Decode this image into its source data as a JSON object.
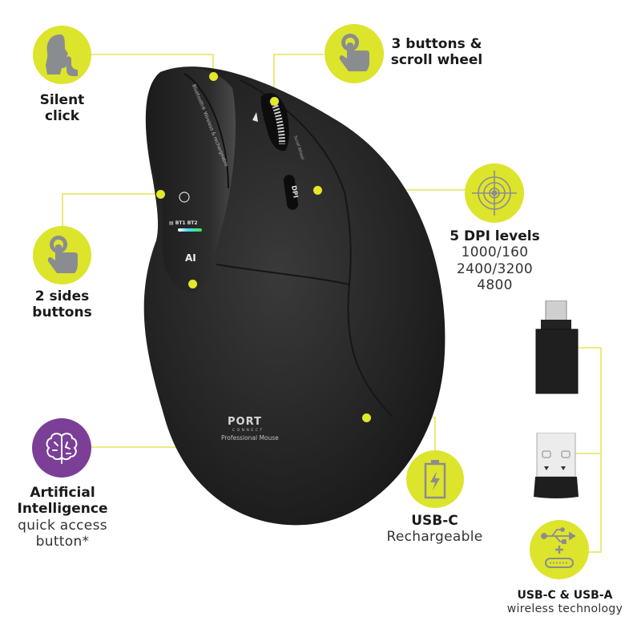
{
  "product": {
    "brand_logo": "PORT",
    "brand_sub": "CONNECT",
    "model_text": "Professional Mouse",
    "top_text": "Bluetooth® Wireless & rechargeable",
    "side_labels": {
      "bt1": "BT1",
      "bt2": "BT2",
      "ai": "AI",
      "dpi": "DPI",
      "wheel_text": "Scroll Wheel"
    }
  },
  "features": [
    {
      "id": "silent-click",
      "icon": "silent-shh-icon",
      "title_lines": [
        "Silent",
        "click"
      ],
      "subtitle_lines": []
    },
    {
      "id": "three-buttons",
      "icon": "tap-finger-icon",
      "title_lines": [
        "3 buttons &",
        "scroll wheel"
      ],
      "subtitle_lines": []
    },
    {
      "id": "dpi-levels",
      "icon": "target-crosshair-icon",
      "title_lines": [
        "5 DPI levels"
      ],
      "subtitle_lines": [
        "1000/160",
        "2400/3200",
        "4800"
      ]
    },
    {
      "id": "side-buttons",
      "icon": "tap-finger-icon",
      "title_lines": [
        "2 sides",
        "buttons"
      ],
      "subtitle_lines": []
    },
    {
      "id": "ai-button",
      "icon": "brain-circuit-icon",
      "title_lines": [
        "Artificial",
        "Intelligence"
      ],
      "subtitle_lines": [
        "quick access",
        "button*"
      ]
    },
    {
      "id": "usb-c-rechargeable",
      "icon": "battery-charging-icon",
      "title_lines": [
        "USB-C"
      ],
      "subtitle_lines": [
        "Rechargeable"
      ]
    },
    {
      "id": "usb-wireless",
      "icon": "usb-a-plus-usb-c-icon",
      "title_lines": [
        "USB-C & USB-A"
      ],
      "subtitle_lines": [
        "wireless technology"
      ]
    }
  ],
  "colors": {
    "accent_lime": "#dde42c",
    "accent_purple": "#7b3f98",
    "icon_gray": "#8a8d8f",
    "mouse_body": "#262626"
  }
}
